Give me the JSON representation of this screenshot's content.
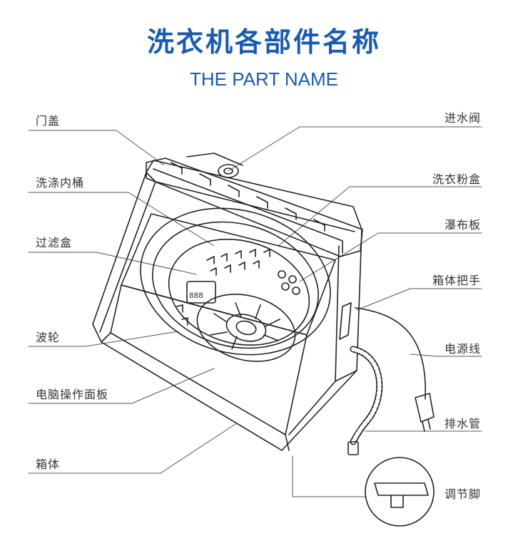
{
  "header": {
    "title": "洗衣机各部件名称",
    "subtitle": "THE PART NAME"
  },
  "labels": {
    "door_lid": "门盖",
    "inner_tub": "洗涤内桶",
    "filter_box": "过滤盒",
    "pulsator": "波轮",
    "control_panel": "电脑操作面板",
    "cabinet": "箱体",
    "inlet_valve": "进水阀",
    "detergent_box": "洗衣粉盒",
    "waterfall_board": "瀑布板",
    "cabinet_handle": "箱体把手",
    "power_cord": "电源线",
    "drain_hose": "排水管",
    "adjustable_foot": "调节脚"
  },
  "panel_display": "888",
  "colors": {
    "title": "#1a5bb0",
    "line": "#222222",
    "leader": "#555555",
    "text": "#333333"
  }
}
